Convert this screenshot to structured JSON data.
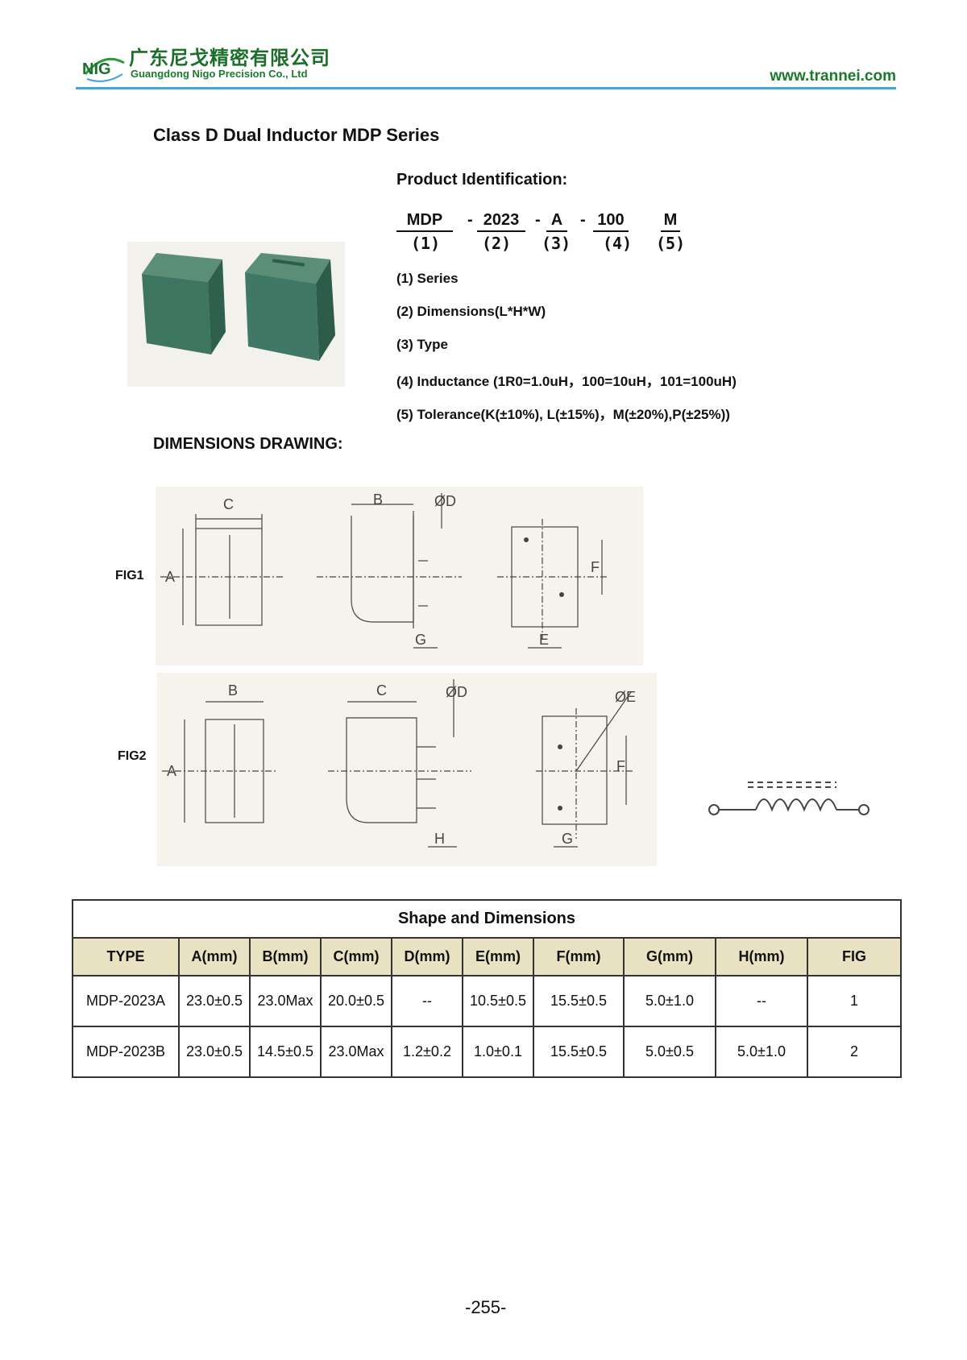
{
  "header": {
    "logo_text": "NIG",
    "company_cn": "广东尼戈精密有限公司",
    "company_en": "Guangdong Nigo Precision Co., Ltd",
    "website": "www.trannei.com"
  },
  "title": "Class D Dual Inductor MDP Series",
  "identification": {
    "heading": "Product Identification:",
    "code_parts": [
      "MDP",
      "2023",
      "A",
      "100",
      "M"
    ],
    "separator": "-",
    "numbers": [
      "(1)",
      "(2)",
      "(3)",
      "(4)",
      "(5)"
    ],
    "items": [
      "(1)  Series",
      "(2)  Dimensions(L*H*W)",
      "(3)  Type",
      "(4)  Inductance (1R0=1.0uH，100=10uH，101=100uH)",
      "(5)  Tolerance(K(±10%), L(±15%)，M(±20%),P(±25%))"
    ]
  },
  "dimensions_heading": "DIMENSIONS DRAWING:",
  "figures": {
    "fig1_label": "FIG1",
    "fig2_label": "FIG2",
    "fig1_dims": [
      "C",
      "A",
      "B",
      "ØD",
      "G",
      "F",
      "E"
    ],
    "fig2_dims": [
      "B",
      "A",
      "C",
      "ØD",
      "H",
      "ØE",
      "F",
      "G"
    ]
  },
  "table": {
    "caption": "Shape and Dimensions",
    "headers": [
      "TYPE",
      "A(mm)",
      "B(mm)",
      "C(mm)",
      "D(mm)",
      "E(mm)",
      "F(mm)",
      "G(mm)",
      "H(mm)",
      "FIG"
    ],
    "rows": [
      [
        "MDP-2023A",
        "23.0±0.5",
        "23.0Max",
        "20.0±0.5",
        "--",
        "10.5±0.5",
        "15.5±0.5",
        "5.0±1.0",
        "--",
        "1"
      ],
      [
        "MDP-2023B",
        "23.0±0.5",
        "14.5±0.5",
        "23.0Max",
        "1.2±0.2",
        "1.0±0.1",
        "15.5±0.5",
        "5.0±0.5",
        "5.0±1.0",
        "2"
      ]
    ]
  },
  "page_number": "-255-",
  "colors": {
    "brand_green": "#1b6f2a",
    "header_rule": "#3fa7d8",
    "table_header_bg": "#e9e2c2",
    "figure_bg": "#f6f3ec",
    "component_green": "#3d7560"
  }
}
